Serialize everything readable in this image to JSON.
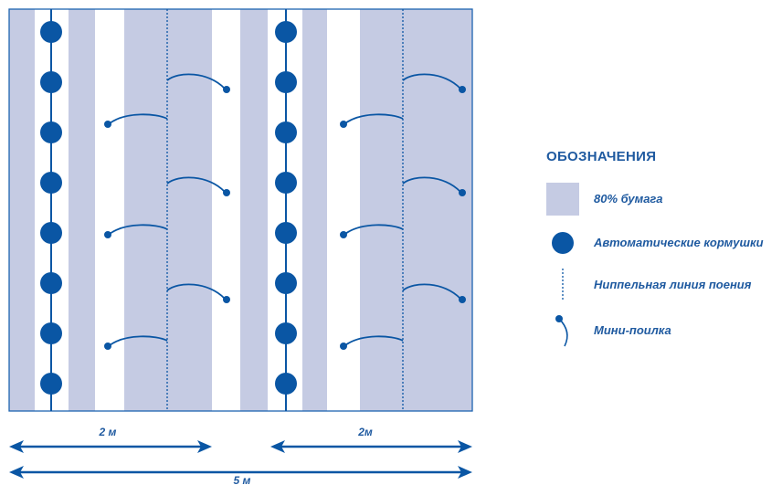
{
  "header_text": "",
  "colors": {
    "paper": "#c5cbe3",
    "primary": "#0a56a4",
    "text": "#1f5aa0",
    "frame": "#1e64b0"
  },
  "legend": {
    "title": "ОБОЗНАЧЕНИЯ",
    "items": [
      {
        "key": "paper",
        "label": "80% бумага",
        "icon": "paper-swatch-icon"
      },
      {
        "key": "feeder",
        "label": "Автоматические кормушки",
        "icon": "feeder-dot-icon"
      },
      {
        "key": "nipple",
        "label": "Ниппельная линия поения",
        "icon": "dotted-line-icon"
      },
      {
        "key": "drinker",
        "label": "Мини-поилка",
        "icon": "mini-drinker-icon"
      }
    ]
  },
  "dimensions": {
    "left_span": "2 м",
    "right_span": "2м",
    "total_span": "5 м"
  }
}
